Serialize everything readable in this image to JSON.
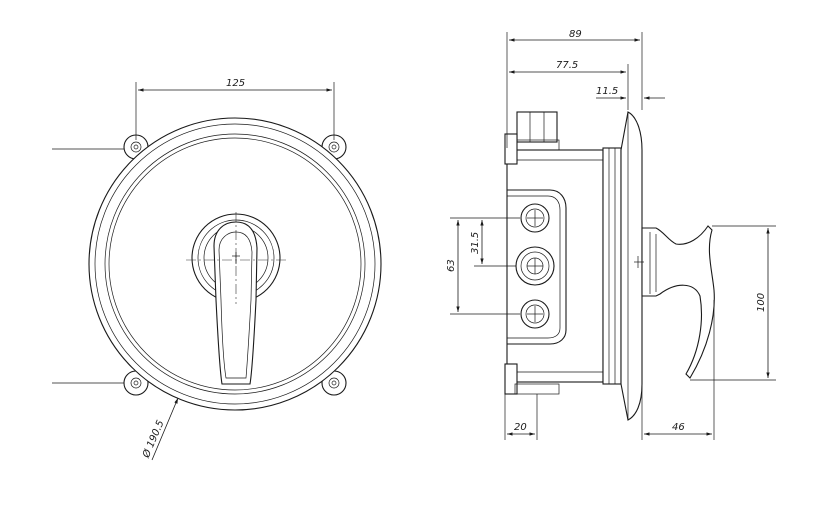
{
  "dimensions": {
    "front_width": "125",
    "front_diameter": "Ø 190.5",
    "side_overall": "89",
    "side_body": "77.5",
    "side_plate": "11.5",
    "port_spacing_outer": "63",
    "port_spacing_inner": "31.5",
    "handle_height": "100",
    "handle_depth": "46",
    "nut_width": "20"
  }
}
